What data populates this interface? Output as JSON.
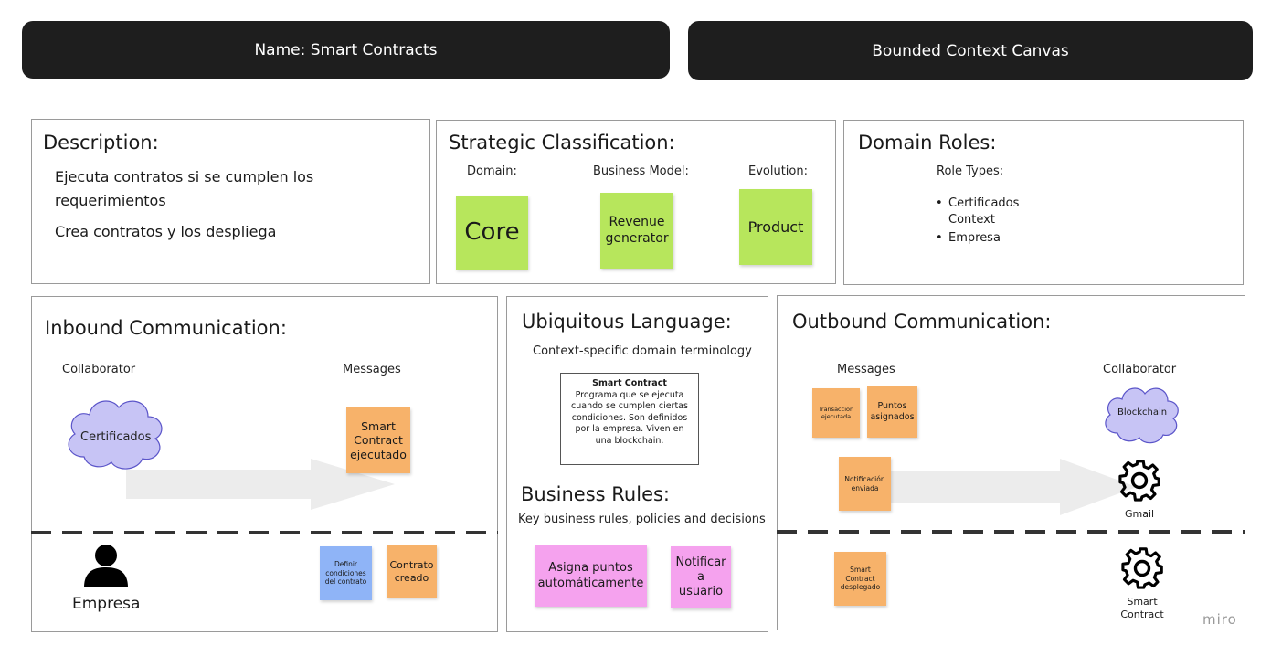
{
  "header": {
    "name": "Name: Smart Contracts",
    "canvas": "Bounded Context Canvas"
  },
  "description": {
    "title": "Description:",
    "lines": [
      "Ejecuta contratos si se cumplen los",
      "requerimientos",
      "Crea contratos y los despliega"
    ]
  },
  "strategic": {
    "title": "Strategic Classification:",
    "domain_label": "Domain:",
    "business_model_label": "Business Model:",
    "evolution_label": "Evolution:",
    "domain_value": "Core",
    "business_model_value": "Revenue generator",
    "evolution_value": "Product"
  },
  "domain_roles": {
    "title": "Domain Roles:",
    "role_types_label": "Role Types:",
    "roles": [
      "Certificados Context",
      "Empresa"
    ]
  },
  "inbound": {
    "title": "Inbound Communication:",
    "collaborator_label": "Collaborator",
    "messages_label": "Messages",
    "collaborator_cloud": "Certificados",
    "message_top": "Smart Contract ejecutado",
    "person_label": "Empresa",
    "message_blue": "Definir condiciones del contrato",
    "message_bottom": "Contrato creado"
  },
  "ubiquitous": {
    "title": "Ubiquitous Language:",
    "subtitle": "Context-specific domain terminology",
    "term_title": "Smart Contract",
    "term_body": "Programa que se ejecuta cuando se cumplen ciertas condiciones. Son definidos por la empresa. Viven en una blockchain."
  },
  "business_rules": {
    "title": "Business Rules:",
    "subtitle": "Key business rules, policies and decisions",
    "rule_1": "Asigna puntos automáticamente",
    "rule_2": "Notificar a usuario"
  },
  "outbound": {
    "title": "Outbound Communication:",
    "messages_label": "Messages",
    "collaborator_label": "Collaborator",
    "msg_transaccion": "Transacción ejecutada",
    "msg_puntos": "Puntos asignados",
    "msg_notificacion": "Notificación enviada",
    "msg_smart_desplegado": "Smart Contract desplegado",
    "collab_blockchain": "Blockchain",
    "collab_gmail": "Gmail",
    "collab_smart_contract": "Smart Contract"
  },
  "watermark": "miro",
  "colors": {
    "header": "#1e1e1e",
    "green_sticky": "#b7e65c",
    "orange_sticky": "#f7b26a",
    "pink_sticky": "#f5a2ee",
    "blue_sticky": "#8fb4f7",
    "cloud": "#c7c4f5"
  }
}
